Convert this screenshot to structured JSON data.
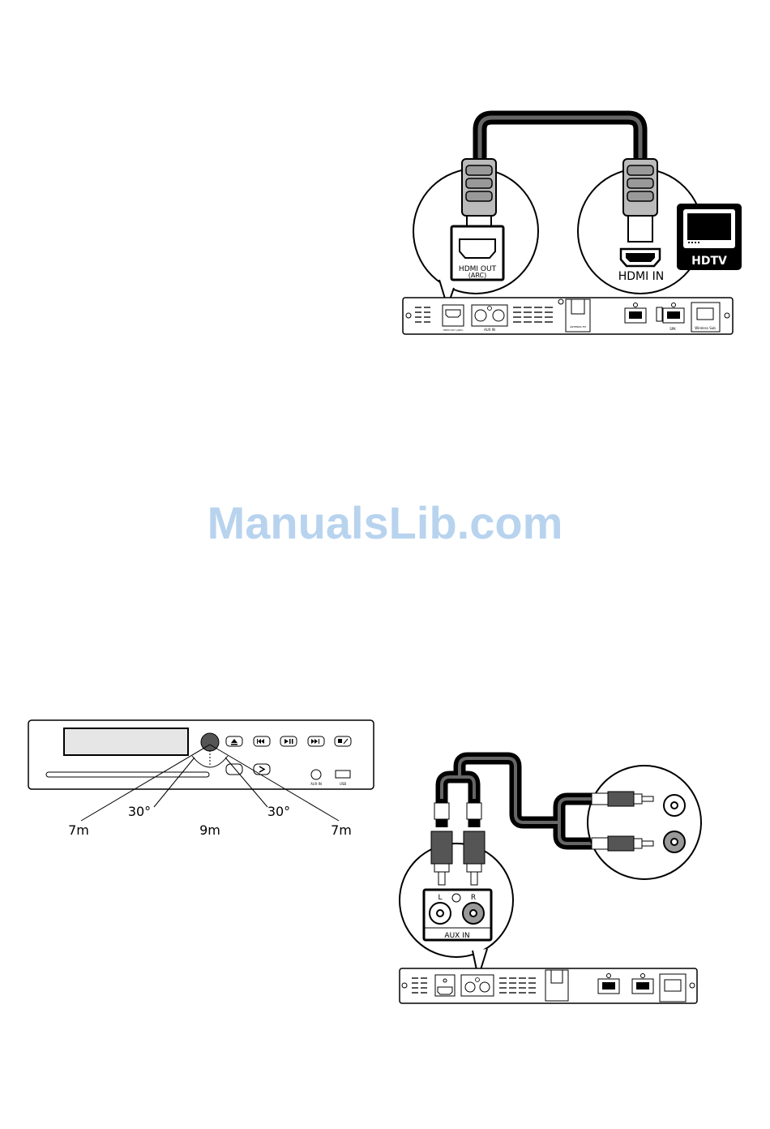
{
  "hdmi_figure": {
    "hdmi_out_label": "HDMI OUT",
    "arc_label": "(ARC)",
    "hdmi_in_label": "HDMI IN",
    "tv_label": "HDTV"
  },
  "remote_figure": {
    "angle_left": "30°",
    "angle_right": "30°",
    "dist_left": "7m",
    "dist_center": "9m",
    "dist_right": "7m",
    "aux_in_small": "AUX IN",
    "usb_small": "USB"
  },
  "aux_figure": {
    "jack_l": "L",
    "jack_r": "R",
    "aux_in_label": "AUX IN"
  },
  "rear_panel": {
    "hdmi_small": "HDMI OUT (ARC)",
    "aux_small": "AUX IN",
    "antenna_small": "ANTENNA FM",
    "spk_small": "SPK",
    "wireless_small": "Wireless Sub"
  },
  "watermark": "ManualsLib.com"
}
